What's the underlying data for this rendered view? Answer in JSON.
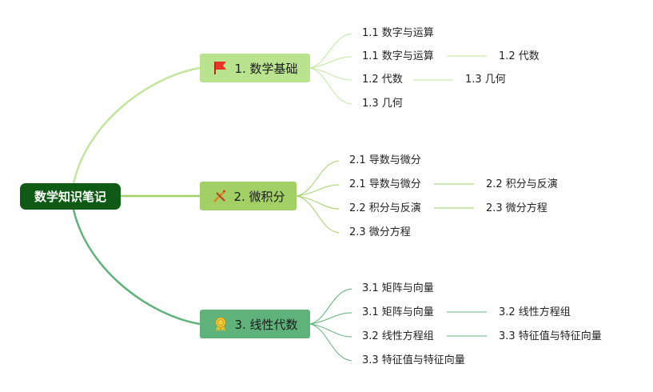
{
  "root": {
    "label": "数学知识笔记"
  },
  "branches": [
    {
      "label": "1. 数学基础",
      "icon": "red-flag-icon",
      "color": "#b9e38e",
      "leaves": [
        "1.1 数字与运算",
        "1.1 数字与运算",
        "1.2 代数",
        "1.3 几何"
      ],
      "subleaves": [
        "1.2 代数",
        "1.3 几何"
      ]
    },
    {
      "label": "2. 微积分",
      "icon": "pencil-ruler-icon",
      "color": "#a2d065",
      "leaves": [
        "2.1 导数与微分",
        "2.1 导数与微分",
        "2.2 积分与反演",
        "2.3 微分方程"
      ],
      "subleaves": [
        "2.2 积分与反演",
        "2.3 微分方程"
      ]
    },
    {
      "label": "3. 线性代数",
      "icon": "award-ribbon-icon",
      "color": "#5fb27a",
      "leaves": [
        "3.1 矩阵与向量",
        "3.1 矩阵与向量",
        "3.2 线性方程组",
        "3.3 特征值与特征向量"
      ],
      "subleaves": [
        "3.2 线性方程组",
        "3.3 特征值与特征向量"
      ]
    }
  ],
  "colors": {
    "root": "#0f5a14",
    "branch1_link": "#b9e38e",
    "branch2_link": "#a2d065",
    "branch3_link": "#5fb27a"
  }
}
